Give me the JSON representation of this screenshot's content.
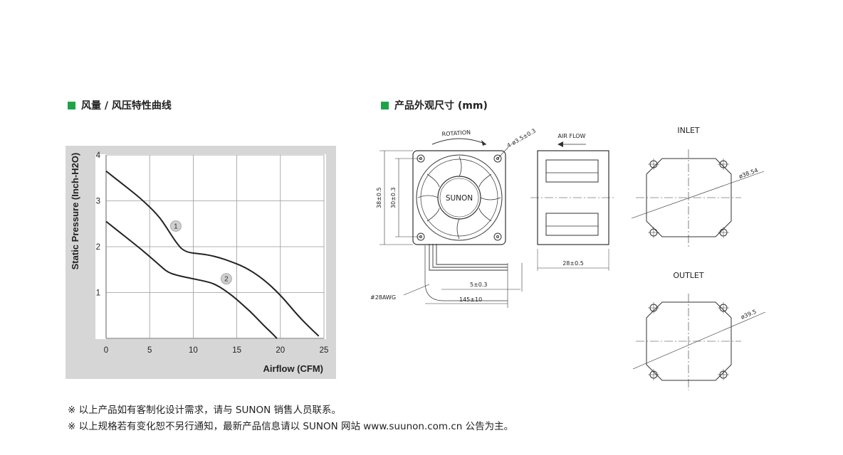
{
  "headings": {
    "chart": "风量 / 风压特性曲线",
    "drawing": "产品外观尺寸 (mm)"
  },
  "chart_data": {
    "type": "line",
    "ylabel": "Static Pressure (Inch-H2O)",
    "xlabel": "Airflow (CFM)",
    "xlim": [
      0,
      25
    ],
    "ylim": [
      0,
      4
    ],
    "x_ticks": [
      "0",
      "5",
      "10",
      "15",
      "20",
      "25"
    ],
    "y_ticks": [
      "1",
      "2",
      "3",
      "4"
    ],
    "grid": true,
    "series": [
      {
        "name": "1",
        "x": [
          0,
          2,
          4,
          6,
          7,
          8,
          9,
          11,
          12,
          13,
          14,
          16,
          18,
          20,
          22,
          23.3,
          24.4
        ],
        "y": [
          3.65,
          3.35,
          3.05,
          2.68,
          2.4,
          2.1,
          1.88,
          1.84,
          1.81,
          1.76,
          1.7,
          1.55,
          1.3,
          0.95,
          0.5,
          0.25,
          0.05
        ]
      },
      {
        "name": "2",
        "x": [
          0,
          2,
          4,
          6,
          7,
          8,
          10,
          12,
          13,
          14,
          15,
          16,
          17,
          18,
          19,
          19.6
        ],
        "y": [
          2.55,
          2.25,
          1.95,
          1.62,
          1.45,
          1.38,
          1.3,
          1.22,
          1.13,
          1.0,
          0.85,
          0.68,
          0.5,
          0.3,
          0.12,
          0.0
        ]
      }
    ]
  },
  "drawing": {
    "rotation": "ROTATION",
    "hole_spec": "4-ø3.5±0.3",
    "brand": "SUNON",
    "dim_38": "38±0.5",
    "dim_30": "30±0.3",
    "air_flow": "AIR FLOW",
    "dim_28": "28±0.5",
    "dim_5": "5±0.3",
    "dim_145": "145±10",
    "wire": "#28AWG",
    "inlet_label": "INLET",
    "inlet_dia": "ø38.54",
    "outlet_label": "OUTLET",
    "outlet_dia": "ø39.5"
  },
  "notes": [
    "※ 以上产品如有客制化设计需求，请与 SUNON 销售人员联系。",
    "※ 以上规格若有变化恕不另行通知，最新产品信息请以 SUNON 网站 www.suunon.com.cn 公告为主。"
  ],
  "colors": {
    "accent": "#1fa34a",
    "frame": "#d6d6d6",
    "curve": "#222222",
    "grid": "#9a9a9a"
  }
}
